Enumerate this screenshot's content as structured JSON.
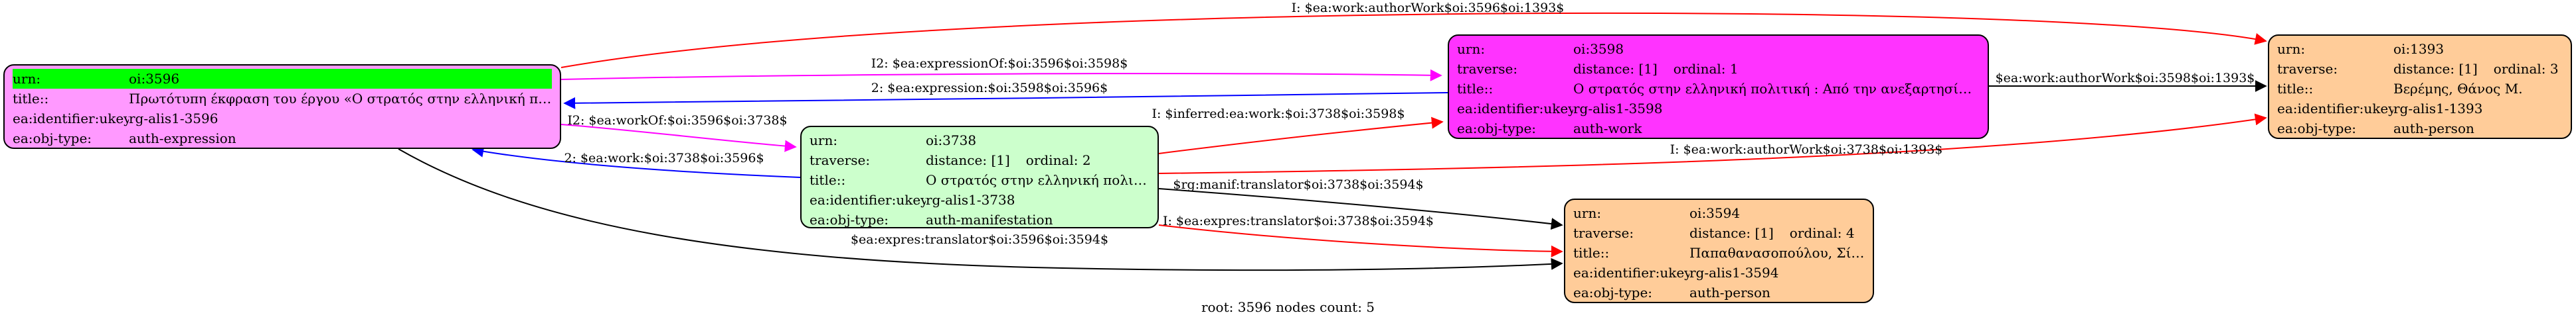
{
  "colors": {
    "expression_fill": "#ff99ff",
    "manifestation_fill": "#ccffcc",
    "work_fill": "#ff33ff",
    "person_fill": "#ffcc99",
    "root_highlight": "#00ff00",
    "edge_red": "#ff0000",
    "edge_magenta": "#ff00ff",
    "edge_blue": "#0000ff",
    "edge_black": "#000000"
  },
  "nodes": {
    "n3596": {
      "urn_key": "urn:",
      "urn": "oi:3596",
      "title_key": "title::",
      "title": "Πρωτότυπη έκφραση του έργου «Ο στρατός στην ελληνική πολιτ...",
      "ukey_key": "ea:identifier:ukey",
      "ukey": "rg-alis1-3596",
      "type_key": "ea:obj-type:",
      "type": "auth-expression"
    },
    "n3738": {
      "urn_key": "urn:",
      "urn": "oi:3738",
      "traverse_key": "traverse:",
      "distance": "distance: [1]",
      "ordinal": "ordinal: 2",
      "title_key": "title::",
      "title": "Ο στρατός στην ελληνική πολιτική",
      "ukey_key": "ea:identifier:ukey",
      "ukey": "rg-alis1-3738",
      "type_key": "ea:obj-type:",
      "type": "auth-manifestation"
    },
    "n3598": {
      "urn_key": "urn:",
      "urn": "oi:3598",
      "traverse_key": "traverse:",
      "distance": "distance: [1]",
      "ordinal": "ordinal: 1",
      "title_key": "title::",
      "title": "Ο στρατός στην ελληνική πολιτική : Από την ανεξαρτησία έως...",
      "ukey_key": "ea:identifier:ukey",
      "ukey": "rg-alis1-3598",
      "type_key": "ea:obj-type:",
      "type": "auth-work"
    },
    "n3594": {
      "urn_key": "urn:",
      "urn": "oi:3594",
      "traverse_key": "traverse:",
      "distance": "distance: [1]",
      "ordinal": "ordinal: 4",
      "title_key": "title::",
      "title": "Παπαθανασοπούλου, Σίλια",
      "ukey_key": "ea:identifier:ukey",
      "ukey": "rg-alis1-3594",
      "type_key": "ea:obj-type:",
      "type": "auth-person"
    },
    "n1393": {
      "urn_key": "urn:",
      "urn": "oi:1393",
      "traverse_key": "traverse:",
      "distance": "distance: [1]",
      "ordinal": "ordinal: 3",
      "title_key": "title::",
      "title": "Βερέμης, Θάνος Μ.",
      "ukey_key": "ea:identifier:ukey",
      "ukey": "rg-alis1-1393",
      "type_key": "ea:obj-type:",
      "type": "auth-person"
    }
  },
  "edges": {
    "e_author_3596_1393": "I: $ea:work:authorWork$oi:3596$oi:1393$",
    "e_exprOf_3596_3598": "I2: $ea:expressionOf:$oi:3596$oi:3598$",
    "e_expr_3598_3596": "2: $ea:expression:$oi:3598$oi:3596$",
    "e_workOf_3596_3738": "I2: $ea:workOf:$oi:3596$oi:3738$",
    "e_work_3738_3596": "2: $ea:work:$oi:3738$oi:3596$",
    "e_inferred_3738_3598": "I: $inferred:ea:work:$oi:3738$oi:3598$",
    "e_author_3738_1393": "I: $ea:work:authorWork$oi:3738$oi:1393$",
    "e_author_3598_1393": "$ea:work:authorWork$oi:3598$oi:1393$",
    "e_translator_3738_3594": "$rg:manif:translator$oi:3738$oi:3594$",
    "e_exprtrans_3738_3594": "I: $ea:expres:translator$oi:3738$oi:3594$",
    "e_exprtrans_3596_3594": "$ea:expres:translator$oi:3596$oi:3594$"
  },
  "footer": "root: 3596 nodes count: 5"
}
